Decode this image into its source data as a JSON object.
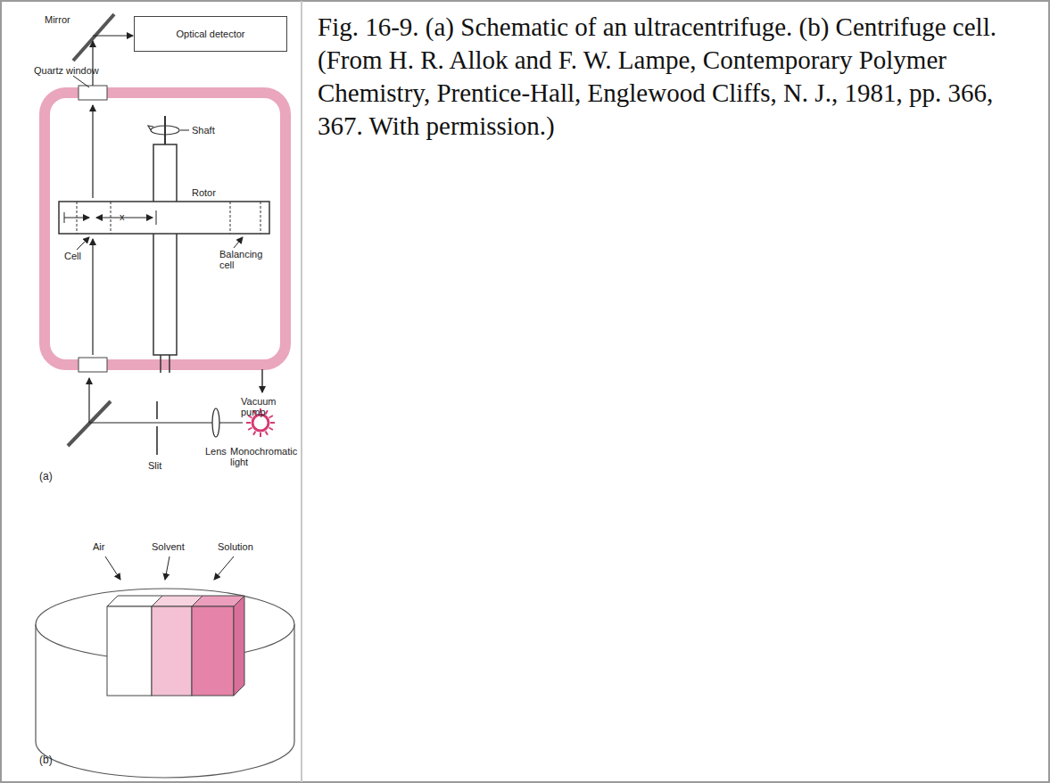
{
  "diagram": {
    "caption": "Fig. 16-9. (a) Schematic of an ultracentrifuge. (b) Centrifuge cell. (From H. R. Allok and F. W. Lampe, Contemporary Polymer Chemistry, Prentice-Hall, Englewood Cliffs, N. J., 1981, pp. 366, 367. With permission.)",
    "nodes": [
      {
        "text": [
          "Optical detector"
        ]
      }
    ],
    "labels": [
      "Mirror",
      "Quartz window",
      "Shaft",
      "Rotor",
      "x",
      "Cell",
      "Balancing cell",
      "Vacuum pump",
      "Monochromatic light",
      "Slit",
      "Lens",
      "(a)",
      "Air",
      "Solvent",
      "Solution",
      "(b)"
    ]
  }
}
